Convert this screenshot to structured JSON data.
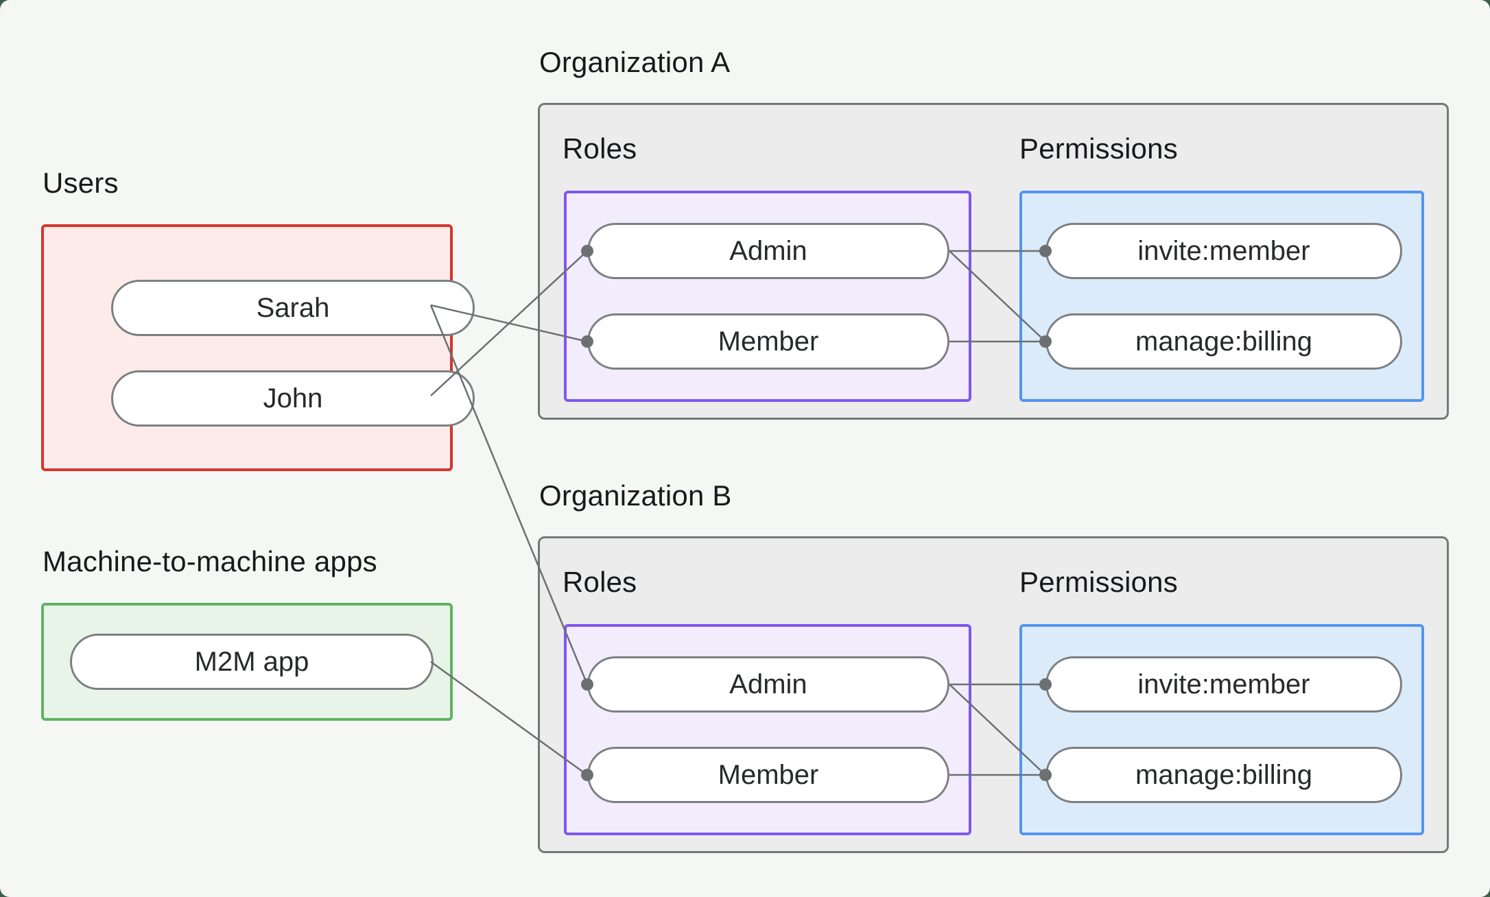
{
  "colors": {
    "outer_background": "#3e5e49",
    "card_background": "#f5f7f5",
    "users_border": "#d6342f",
    "users_fill": "#fcebe8",
    "m2m_border": "#5db361",
    "m2m_fill": "#e9f4e8",
    "org_border": "#747879",
    "org_fill": "#ececec",
    "roles_border": "#7e57f0",
    "roles_fill": "#f2ecfc",
    "permissions_border": "#5394f2",
    "permissions_fill": "#dcebfa",
    "edge_line": "#6c7071",
    "edge_dot": "#6c7071"
  },
  "users_group": {
    "title": "Users",
    "items": [
      {
        "label": "Sarah"
      },
      {
        "label": "John"
      }
    ]
  },
  "m2m_group": {
    "title": "Machine-to-machine apps",
    "items": [
      {
        "label": "M2M app"
      }
    ]
  },
  "org_a": {
    "title": "Organization A",
    "roles_title": "Roles",
    "permissions_title": "Permissions",
    "roles": [
      {
        "label": "Admin"
      },
      {
        "label": "Member"
      }
    ],
    "permissions": [
      {
        "label": "invite:member"
      },
      {
        "label": "manage:billing"
      }
    ]
  },
  "org_b": {
    "title": "Organization B",
    "roles_title": "Roles",
    "permissions_title": "Permissions",
    "roles": [
      {
        "label": "Admin"
      },
      {
        "label": "Member"
      }
    ],
    "permissions": [
      {
        "label": "invite:member"
      },
      {
        "label": "manage:billing"
      }
    ]
  },
  "edges": [
    {
      "from": "sarah",
      "to": "orgA-member"
    },
    {
      "from": "john",
      "to": "orgA-admin"
    },
    {
      "from": "sarah",
      "to": "orgB-admin"
    },
    {
      "from": "m2m-app",
      "to": "orgB-member"
    },
    {
      "from": "orgA-admin",
      "to": "orgA-invite"
    },
    {
      "from": "orgA-admin",
      "to": "orgA-manage"
    },
    {
      "from": "orgA-member",
      "to": "orgA-manage"
    },
    {
      "from": "orgB-admin",
      "to": "orgB-invite"
    },
    {
      "from": "orgB-admin",
      "to": "orgB-manage"
    },
    {
      "from": "orgB-member",
      "to": "orgB-manage"
    }
  ]
}
